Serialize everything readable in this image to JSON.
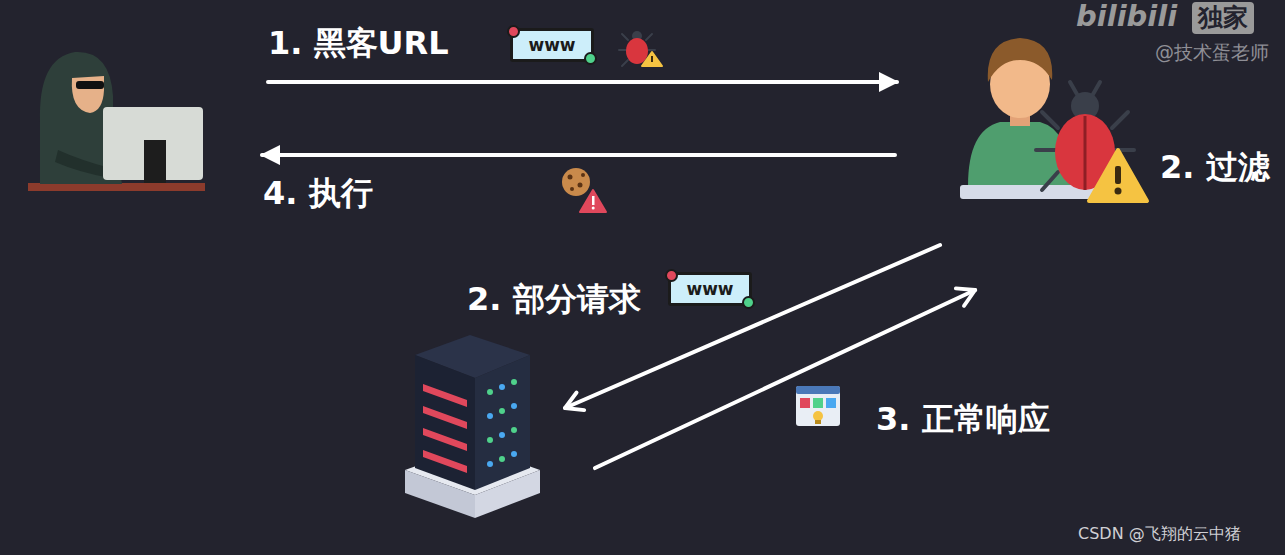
{
  "diagram": {
    "nodes": [
      {
        "text": []
      },
      {
        "text": [
          "2. 过滤"
        ]
      },
      {
        "text": []
      }
    ],
    "edges": [
      {
        "from": 0,
        "to": 1,
        "arrow": "to",
        "label": "1. 黑客URL"
      },
      {
        "from": 1,
        "to": 0,
        "arrow": "to",
        "label": "4. 执行"
      },
      {
        "from": 1,
        "to": 2,
        "arrow": "to",
        "label": "2. 部分请求"
      },
      {
        "from": 2,
        "to": 1,
        "arrow": "to",
        "label": "3. 正常响应"
      }
    ],
    "labels": [
      "www",
      "www",
      "bilibili",
      "独家",
      "@技术蛋老师",
      "CSDN @飞翔的云中猪"
    ]
  }
}
